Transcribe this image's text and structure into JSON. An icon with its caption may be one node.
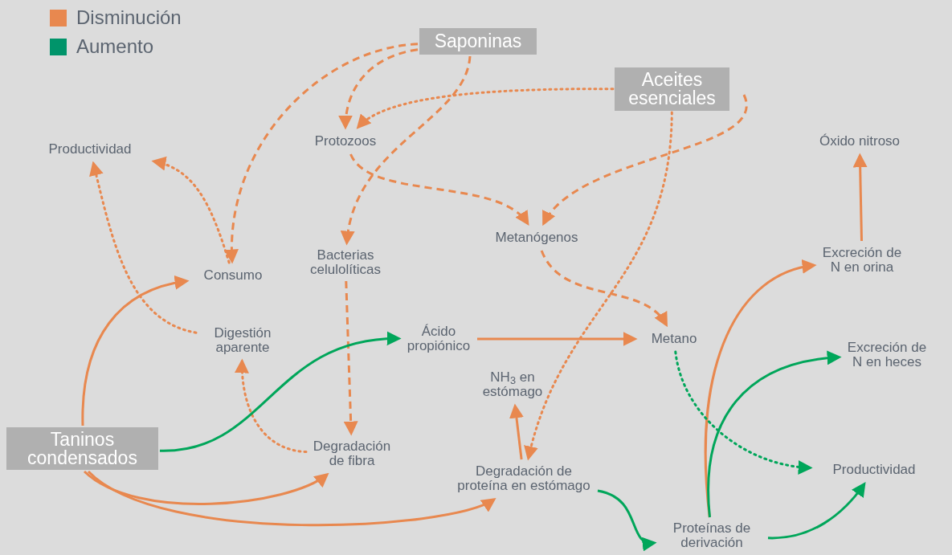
{
  "diagram": {
    "nodes": [
      {
        "text": [
          "Saponinas"
        ]
      },
      {
        "text": [
          "Aceites esenciales"
        ]
      },
      {
        "text": [
          "Taninos condensados"
        ]
      },
      {
        "text": [
          "Productividad"
        ]
      },
      {
        "text": [
          "Protozoos"
        ]
      },
      {
        "text": [
          "Consumo"
        ]
      },
      {
        "text": [
          "Bacterias celulolíticas"
        ]
      },
      {
        "text": [
          "Metanógenos"
        ]
      },
      {
        "text": [
          "Digestión aparente"
        ]
      },
      {
        "text": [
          "Ácido propiónico"
        ]
      },
      {
        "text": [
          "Metano"
        ]
      },
      {
        "text": [
          "NH$_{3}$ en estómago"
        ]
      },
      {
        "text": [
          "Degradación de fibra"
        ]
      },
      {
        "text": [
          "Degradación de proteína en estómago"
        ]
      },
      {
        "text": [
          "Óxido nitroso"
        ]
      },
      {
        "text": [
          "Excreción de N en orina"
        ]
      },
      {
        "text": [
          "Excreción de N en heces"
        ]
      },
      {
        "text": [
          "Productividad"
        ]
      },
      {
        "text": [
          "Proteínas de derivación"
        ]
      }
    ],
    "edges": [
      {
        "from": 0,
        "to": 5,
        "arrow": "to",
        "style": "dashed"
      },
      {
        "from": 0,
        "to": 4,
        "arrow": "to",
        "style": "dashed"
      },
      {
        "from": 0,
        "to": 6,
        "arrow": "to",
        "style": "dashed"
      },
      {
        "from": 1,
        "to": 4,
        "arrow": "to",
        "style": "dashed"
      },
      {
        "from": 1,
        "to": 7,
        "arrow": "to",
        "style": "dashed"
      },
      {
        "from": 1,
        "to": 13,
        "arrow": "to",
        "style": "dashed"
      },
      {
        "from": 4,
        "to": 7,
        "arrow": "to",
        "style": "dashed"
      },
      {
        "from": 7,
        "to": 10,
        "arrow": "to",
        "style": "dashed"
      },
      {
        "from": 6,
        "to": 12,
        "arrow": "to",
        "style": "dashed"
      },
      {
        "from": 5,
        "to": 3,
        "arrow": "to",
        "style": "dashed"
      },
      {
        "from": 8,
        "to": 3,
        "arrow": "to",
        "style": "dashed"
      },
      {
        "from": 12,
        "to": 8,
        "arrow": "to",
        "style": "dashed"
      },
      {
        "from": 2,
        "to": 5,
        "arrow": "to"
      },
      {
        "from": 2,
        "to": 9,
        "arrow": "to",
        "color": "#00a65a"
      },
      {
        "from": 2,
        "to": 12,
        "arrow": "to"
      },
      {
        "from": 2,
        "to": 13,
        "arrow": "to"
      },
      {
        "from": 9,
        "to": 10,
        "arrow": "to"
      },
      {
        "from": 13,
        "to": 11,
        "arrow": "to"
      },
      {
        "from": 13,
        "to": 18,
        "arrow": "to",
        "color": "#00a65a"
      },
      {
        "from": 18,
        "to": 15,
        "arrow": "to"
      },
      {
        "from": 18,
        "to": 16,
        "arrow": "to",
        "color": "#00a65a"
      },
      {
        "from": 18,
        "to": 17,
        "arrow": "to",
        "color": "#00a65a"
      },
      {
        "from": 15,
        "to": 14,
        "arrow": "to"
      },
      {
        "from": 10,
        "to": 17,
        "arrow": "to",
        "style": "dashed",
        "color": "#00a65a"
      }
    ],
    "legend": [
      {
        "text": "Disminución",
        "color": "#e8884f"
      },
      {
        "text": "Aumento",
        "color": "#00946a"
      }
    ]
  }
}
